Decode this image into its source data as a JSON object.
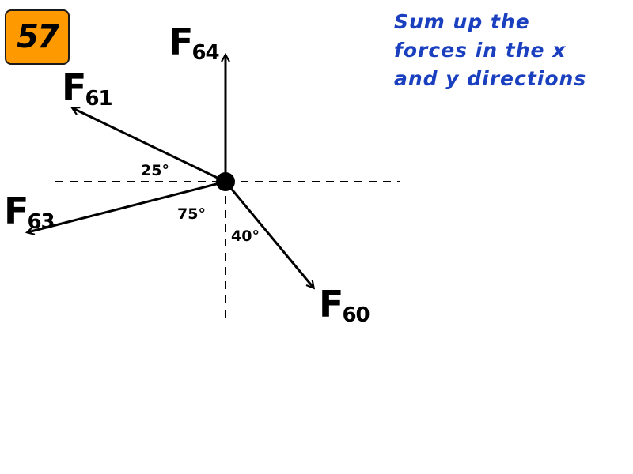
{
  "badge": {
    "number": "57",
    "background": "#ff9900"
  },
  "instruction": {
    "lines": [
      "Sum up the",
      "forces in the x",
      "and y directions"
    ],
    "color": "#1a3fbf"
  },
  "forces": {
    "f64": {
      "symbol": "F",
      "subscript": "64"
    },
    "f61": {
      "symbol": "F",
      "subscript": "61"
    },
    "f63": {
      "symbol": "F",
      "subscript": "63"
    },
    "f60": {
      "symbol": "F",
      "subscript": "60"
    }
  },
  "angles": {
    "a25": "25°",
    "a75": "75°",
    "a40": "40°"
  }
}
